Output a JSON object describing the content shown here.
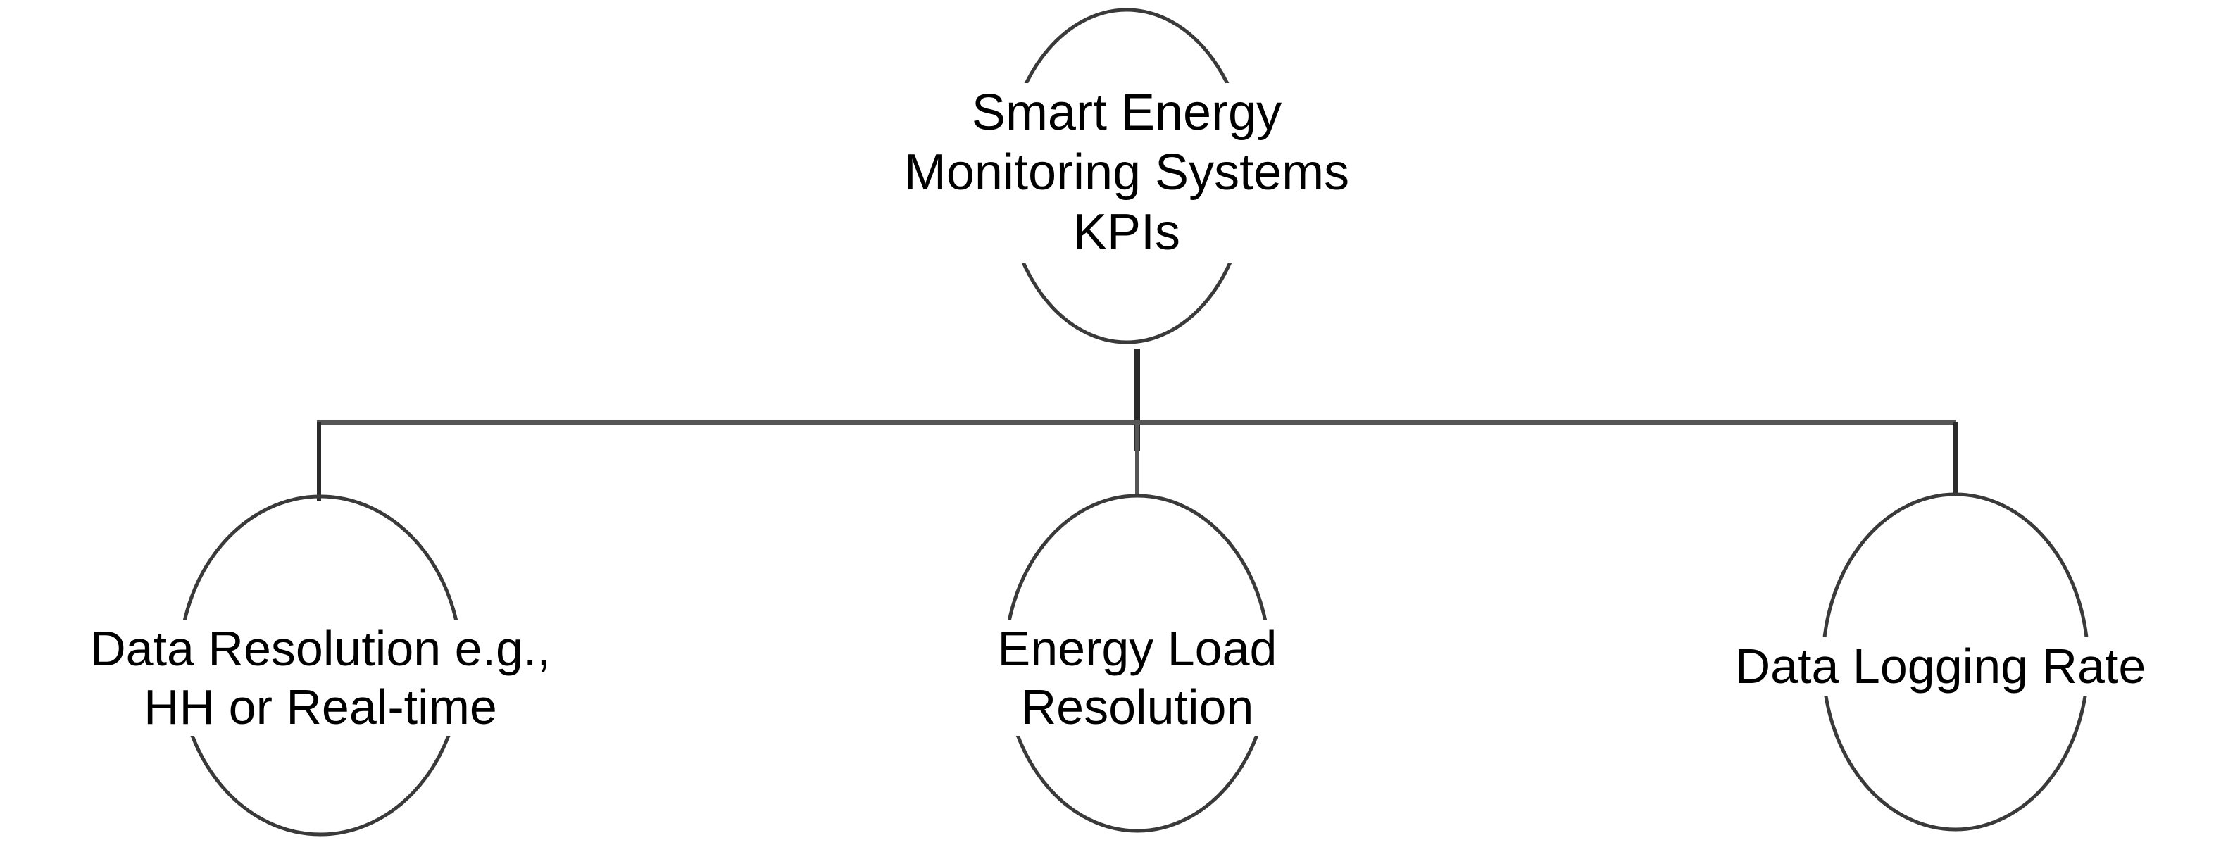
{
  "diagram": {
    "type": "tree",
    "title": "Smart Energy Monitoring Systems KPIs",
    "background_color": "#ffffff",
    "text_color": "#000000",
    "node_stroke_color": "#3a3a3a",
    "connector_color": "#555555",
    "root": {
      "label": "Smart Energy\nMonitoring Systems\nKPIs",
      "line1": "Smart Energy",
      "line2": "Monitoring Systems",
      "line3": "KPIs",
      "shape": "ellipse"
    },
    "children": [
      {
        "label": "Data Resolution e.g.,\nHH or Real-time",
        "line1": "Data Resolution e.g.,",
        "line2": "HH or Real-time",
        "shape": "ellipse"
      },
      {
        "label": "Energy Load\nResolution",
        "line1": "Energy Load",
        "line2": "Resolution",
        "shape": "ellipse"
      },
      {
        "label": "Data Logging Rate",
        "line1": "Data Logging Rate",
        "line2": "",
        "shape": "ellipse"
      }
    ]
  }
}
